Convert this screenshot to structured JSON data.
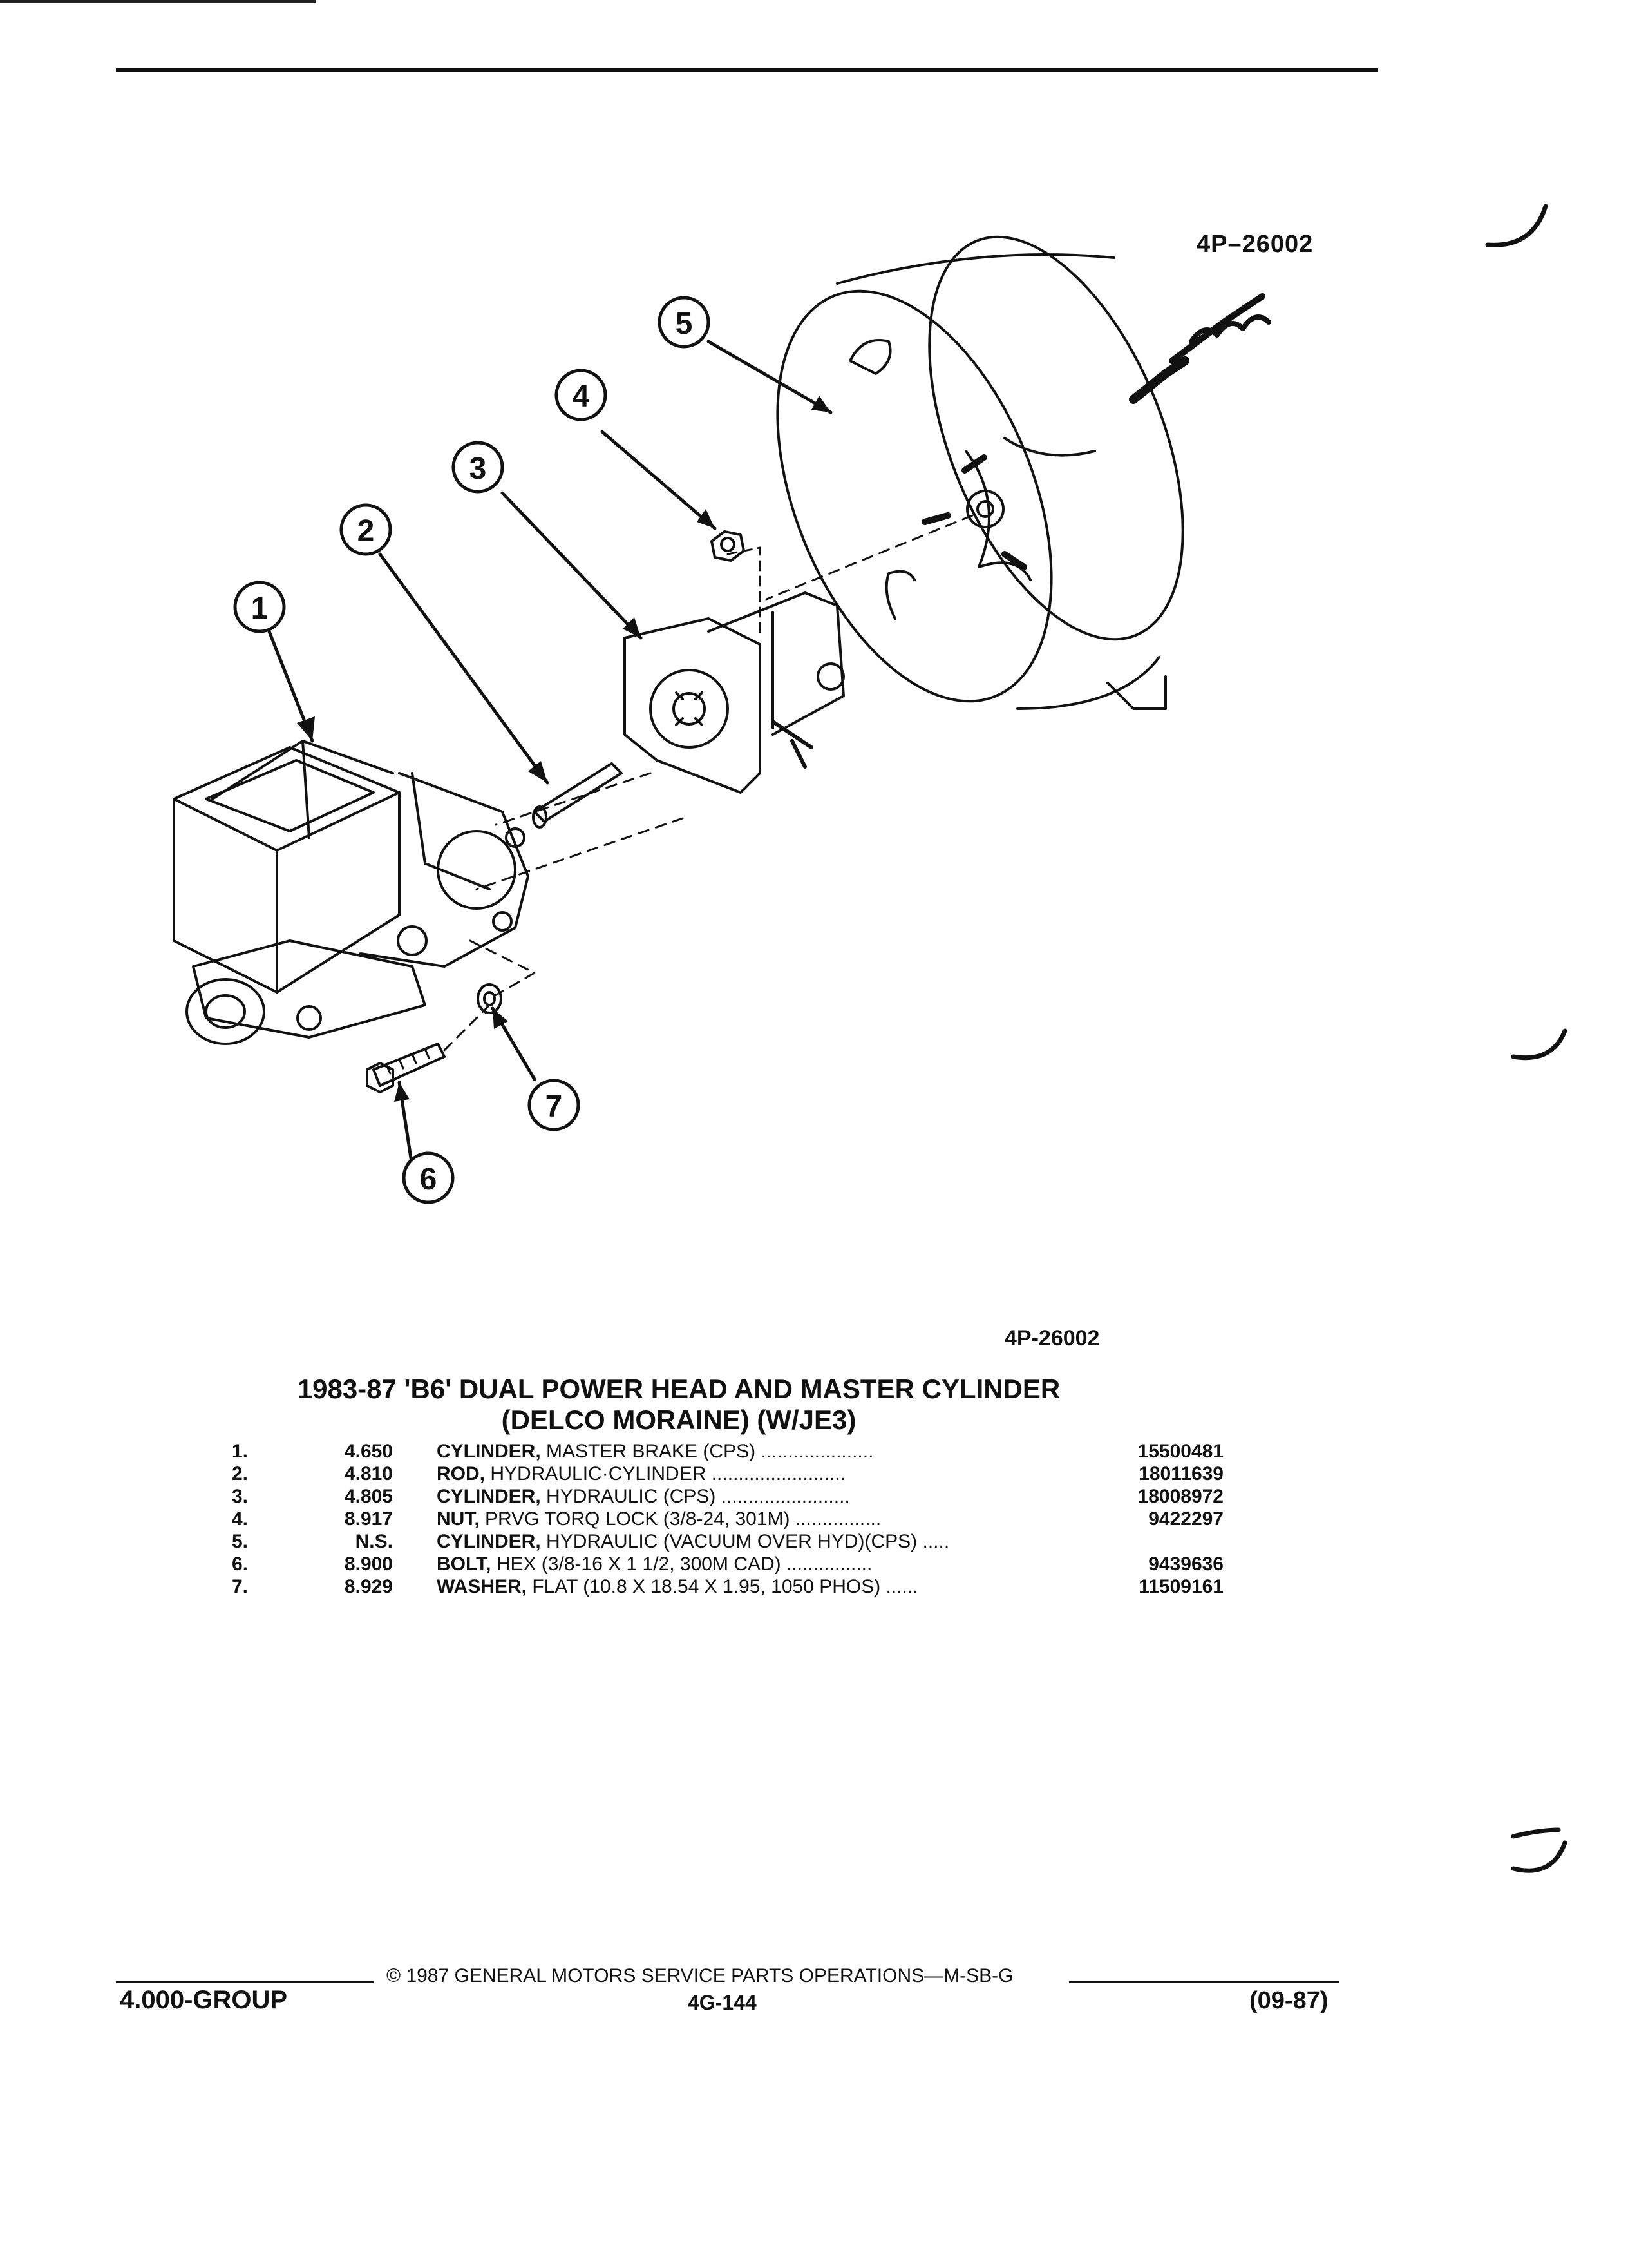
{
  "figure_code_top": "4P–26002",
  "figure_code_bottom": "4P-26002",
  "callouts": [
    "1",
    "2",
    "3",
    "4",
    "5",
    "6",
    "7"
  ],
  "title_line1": "1983-87 'B6' DUAL POWER HEAD AND MASTER CYLINDER",
  "title_line2": "(DELCO MORAINE) (W/JE3)",
  "parts": [
    {
      "num": "1.",
      "code": "4.650",
      "name": "CYLINDER,",
      "detail": " MASTER BRAKE (CPS) .....................",
      "pn": "15500481"
    },
    {
      "num": "2.",
      "code": "4.810",
      "name": "ROD,",
      "detail": " HYDRAULIC·CYLINDER .........................",
      "pn": "18011639"
    },
    {
      "num": "3.",
      "code": "4.805",
      "name": "CYLINDER,",
      "detail": " HYDRAULIC (CPS) ........................",
      "pn": "18008972"
    },
    {
      "num": "4.",
      "code": "8.917",
      "name": "NUT,",
      "detail": " PRVG TORQ LOCK (3/8-24, 301M) ................",
      "pn": "9422297"
    },
    {
      "num": "5.",
      "code": "N.S.",
      "name": "CYLINDER,",
      "detail": " HYDRAULIC (VACUUM OVER HYD)(CPS) .....",
      "pn": ""
    },
    {
      "num": "6.",
      "code": "8.900",
      "name": "BOLT,",
      "detail": " HEX (3/8-16 X 1 1/2, 300M CAD) ................",
      "pn": "9439636"
    },
    {
      "num": "7.",
      "code": "8.929",
      "name": "WASHER,",
      "detail": " FLAT (10.8 X 18.54 X 1.95, 1050 PHOS) ......",
      "pn": "11509161"
    }
  ],
  "footer": {
    "copyright": "© 1987 GENERAL MOTORS SERVICE PARTS OPERATIONS—M-SB-G",
    "group": "4.000-GROUP",
    "page": "4G-144",
    "date": "(09-87)"
  }
}
